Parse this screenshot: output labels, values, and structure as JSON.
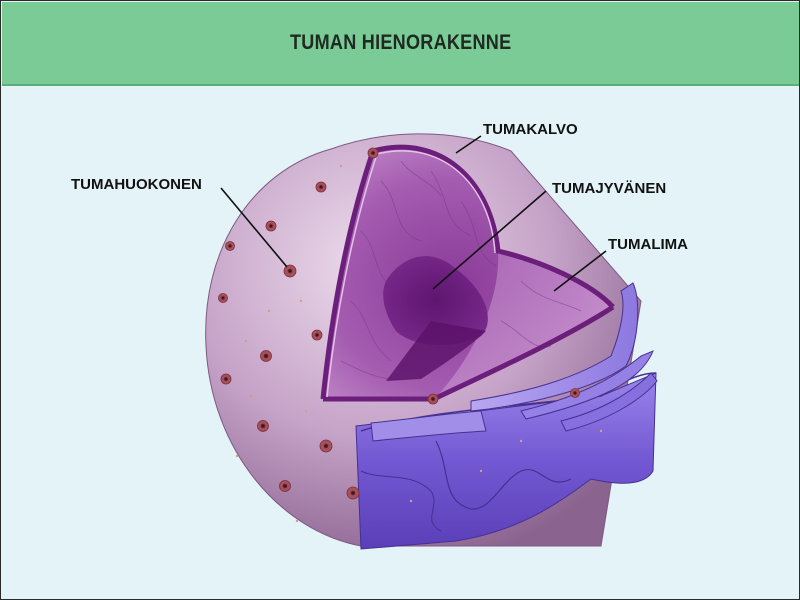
{
  "header": {
    "title": "TUMAN HIENORAKENNE"
  },
  "labels": {
    "pore": "TUMAHUOKONEN",
    "envelope": "TUMAKALVO",
    "nucleolus": "TUMAJYVÄNEN",
    "nucleoplasm": "TUMALIMA"
  },
  "colors": {
    "header": "#7acb95",
    "background": "#e4f3f7",
    "sphere": "#c9a9cc",
    "interior": "#9a4aa6",
    "membrane": "#6b1f7a",
    "nucleolus": "#6e1f7e",
    "er": "#7c63d6"
  }
}
